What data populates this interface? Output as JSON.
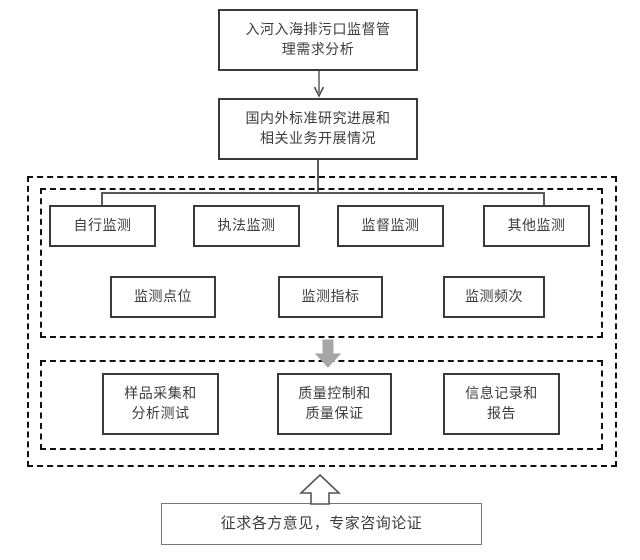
{
  "diagram": {
    "title_box": {
      "label": "入河入海排污口监督管\n理需求分析"
    },
    "second_box": {
      "label": "国内外标准研究进展和\n相关业务开展情况"
    },
    "monitoring_types": [
      {
        "label": "自行监测"
      },
      {
        "label": "执法监测"
      },
      {
        "label": "监督监测"
      },
      {
        "label": "其他监测"
      }
    ],
    "monitoring_params": [
      {
        "label": "监测点位"
      },
      {
        "label": "监测指标"
      },
      {
        "label": "监测频次"
      }
    ],
    "process_steps": [
      {
        "label": "样品采集和\n分析测试"
      },
      {
        "label": "质量控制和\n质量保证"
      },
      {
        "label": "信息记录和\n报告"
      }
    ],
    "bottom_box": {
      "label": "征求各方意见，专家咨询论证"
    },
    "connectors": {
      "down_arrow_1": "arrow-down-icon",
      "down_arrow_2": "arrow-down-icon",
      "gray_down_arrow": "gray-block-arrow-down-icon",
      "up_arrow": "outlined-block-arrow-up-icon"
    },
    "colors": {
      "box_border": "#3a3a3a",
      "thin_border": "#777777",
      "text": "#3c3c3c",
      "dashed_border": "#111111",
      "connector_line": "#5a5a5a",
      "gray_arrow_fill": "#a6a6a6",
      "background": "#ffffff"
    }
  }
}
